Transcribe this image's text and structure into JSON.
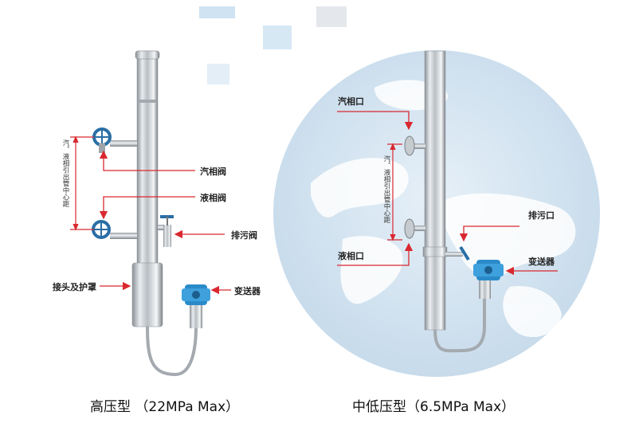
{
  "left_product": {
    "labels": {
      "steam_valve": "汽相阀",
      "liquid_valve": "液相阀",
      "drain_valve": "排污阀",
      "joint_cover": "接头及护罩",
      "transmitter": "变送器",
      "center_distance": "汽、液相引出管中心距"
    },
    "caption": "高压型  （22MPa Max）"
  },
  "right_product": {
    "labels": {
      "steam_port": "汽相口",
      "liquid_port": "液相口",
      "drain_port": "排污口",
      "transmitter": "变送器",
      "center_distance": "汽、液相引出管中心距"
    },
    "caption": "中低压型（6.5MPa Max）"
  },
  "colors": {
    "arrow": "#d9282f",
    "globe": "#cfe1ef",
    "valve": "#2a6ea6",
    "transmitter": "#2b8bc9"
  }
}
